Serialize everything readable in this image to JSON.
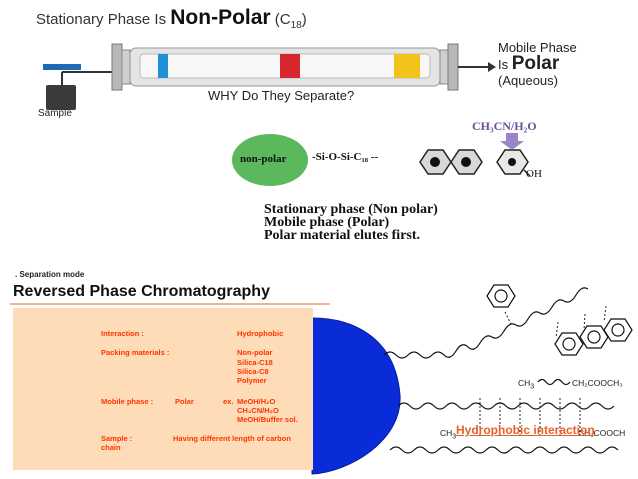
{
  "top": {
    "title_prefix": "Stationary Phase Is ",
    "title_bold": "Non-Polar",
    "title_suffix": " (C",
    "title_sub": "18",
    "title_close": ")",
    "mobile_line1": "Mobile Phase",
    "mobile_line2_prefix": "Is ",
    "mobile_line2_bold": "Polar",
    "mobile_line3": "(Aqueous)",
    "sample_label": "Sample",
    "question": "WHY Do They Separate?",
    "solvent": "CH₃CN/H₂O",
    "nonpolar_label": "non-polar",
    "chain_label": "-Si-O-Si-C₁₈ --",
    "oh_label": "OH",
    "desc_line1": "Stationary phase (Non polar)",
    "desc_line2": "Mobile phase (Polar)",
    "desc_line3": "Polar material elutes first.",
    "colors": {
      "tube": "#d9d9d9",
      "band_blue": "#1e90d6",
      "band_red": "#d7262e",
      "band_yellow": "#f2c318",
      "circle": "#5cb85c",
      "arrow": "#9b86c7"
    }
  },
  "bottom": {
    "section_label": ". Separation mode",
    "title": "Reversed Phase Chromatography",
    "rows": [
      {
        "k": "Interaction :",
        "v": "Hydrophobic"
      },
      {
        "k": "Packing materials :",
        "v": "Non-polar"
      },
      {
        "v": "Silica-C18"
      },
      {
        "v": "Silica-C8"
      },
      {
        "v": "Polymer"
      },
      {
        "k": "Mobile phase :",
        "k2": "Polar",
        "k3": "ex.",
        "v": "MeOH/H₂O"
      },
      {
        "v": "CH₃CN/H₂O"
      },
      {
        "v": "MeOH/Buffer sol."
      },
      {
        "k": "Sample :",
        "v": "Having different length of carbon"
      },
      {
        "k": "chain"
      }
    ],
    "chem1_left": "CH",
    "chem1_sub": "3",
    "chem1_right": "CH₂COOCH₃",
    "chem2_left": "CH",
    "chem2_sub": "3",
    "chem2_right": "CH₂COOCH",
    "hydrophobic": "Hydrophobic  interaction",
    "colors": {
      "panel": "#ffdcb8",
      "row_text": "#ff3300",
      "blob": "#0a2bd8",
      "hydrophobic": "#e8612c"
    }
  }
}
